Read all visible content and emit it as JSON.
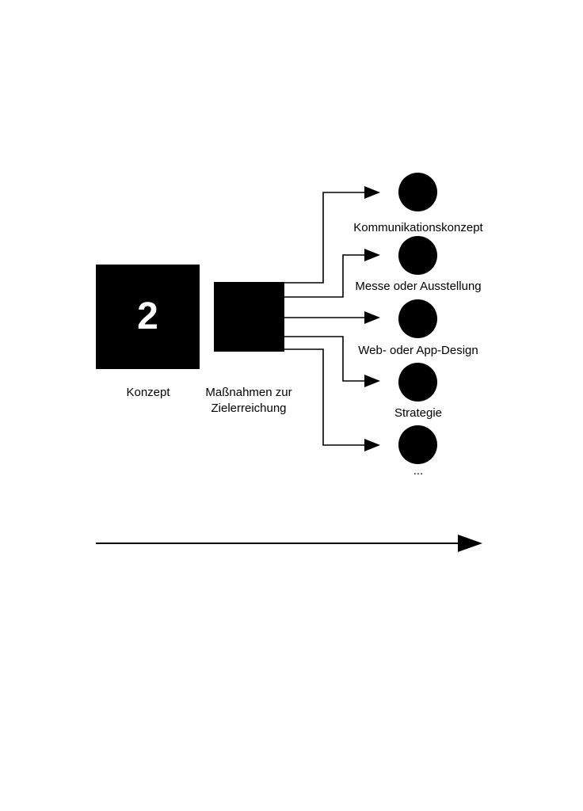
{
  "step": {
    "number": "2",
    "label": "Konzept"
  },
  "measures": {
    "label_line1": "Maßnahmen zur",
    "label_line2": "Zielerreichung"
  },
  "outputs": [
    {
      "label": "Kommunikationskonzept"
    },
    {
      "label": "Messe oder Ausstellung"
    },
    {
      "label": "Web- oder App-Design"
    },
    {
      "label": "Strategie"
    },
    {
      "label": "..."
    }
  ],
  "colors": {
    "ink": "#000000",
    "background": "#ffffff",
    "box_text": "#ffffff"
  }
}
